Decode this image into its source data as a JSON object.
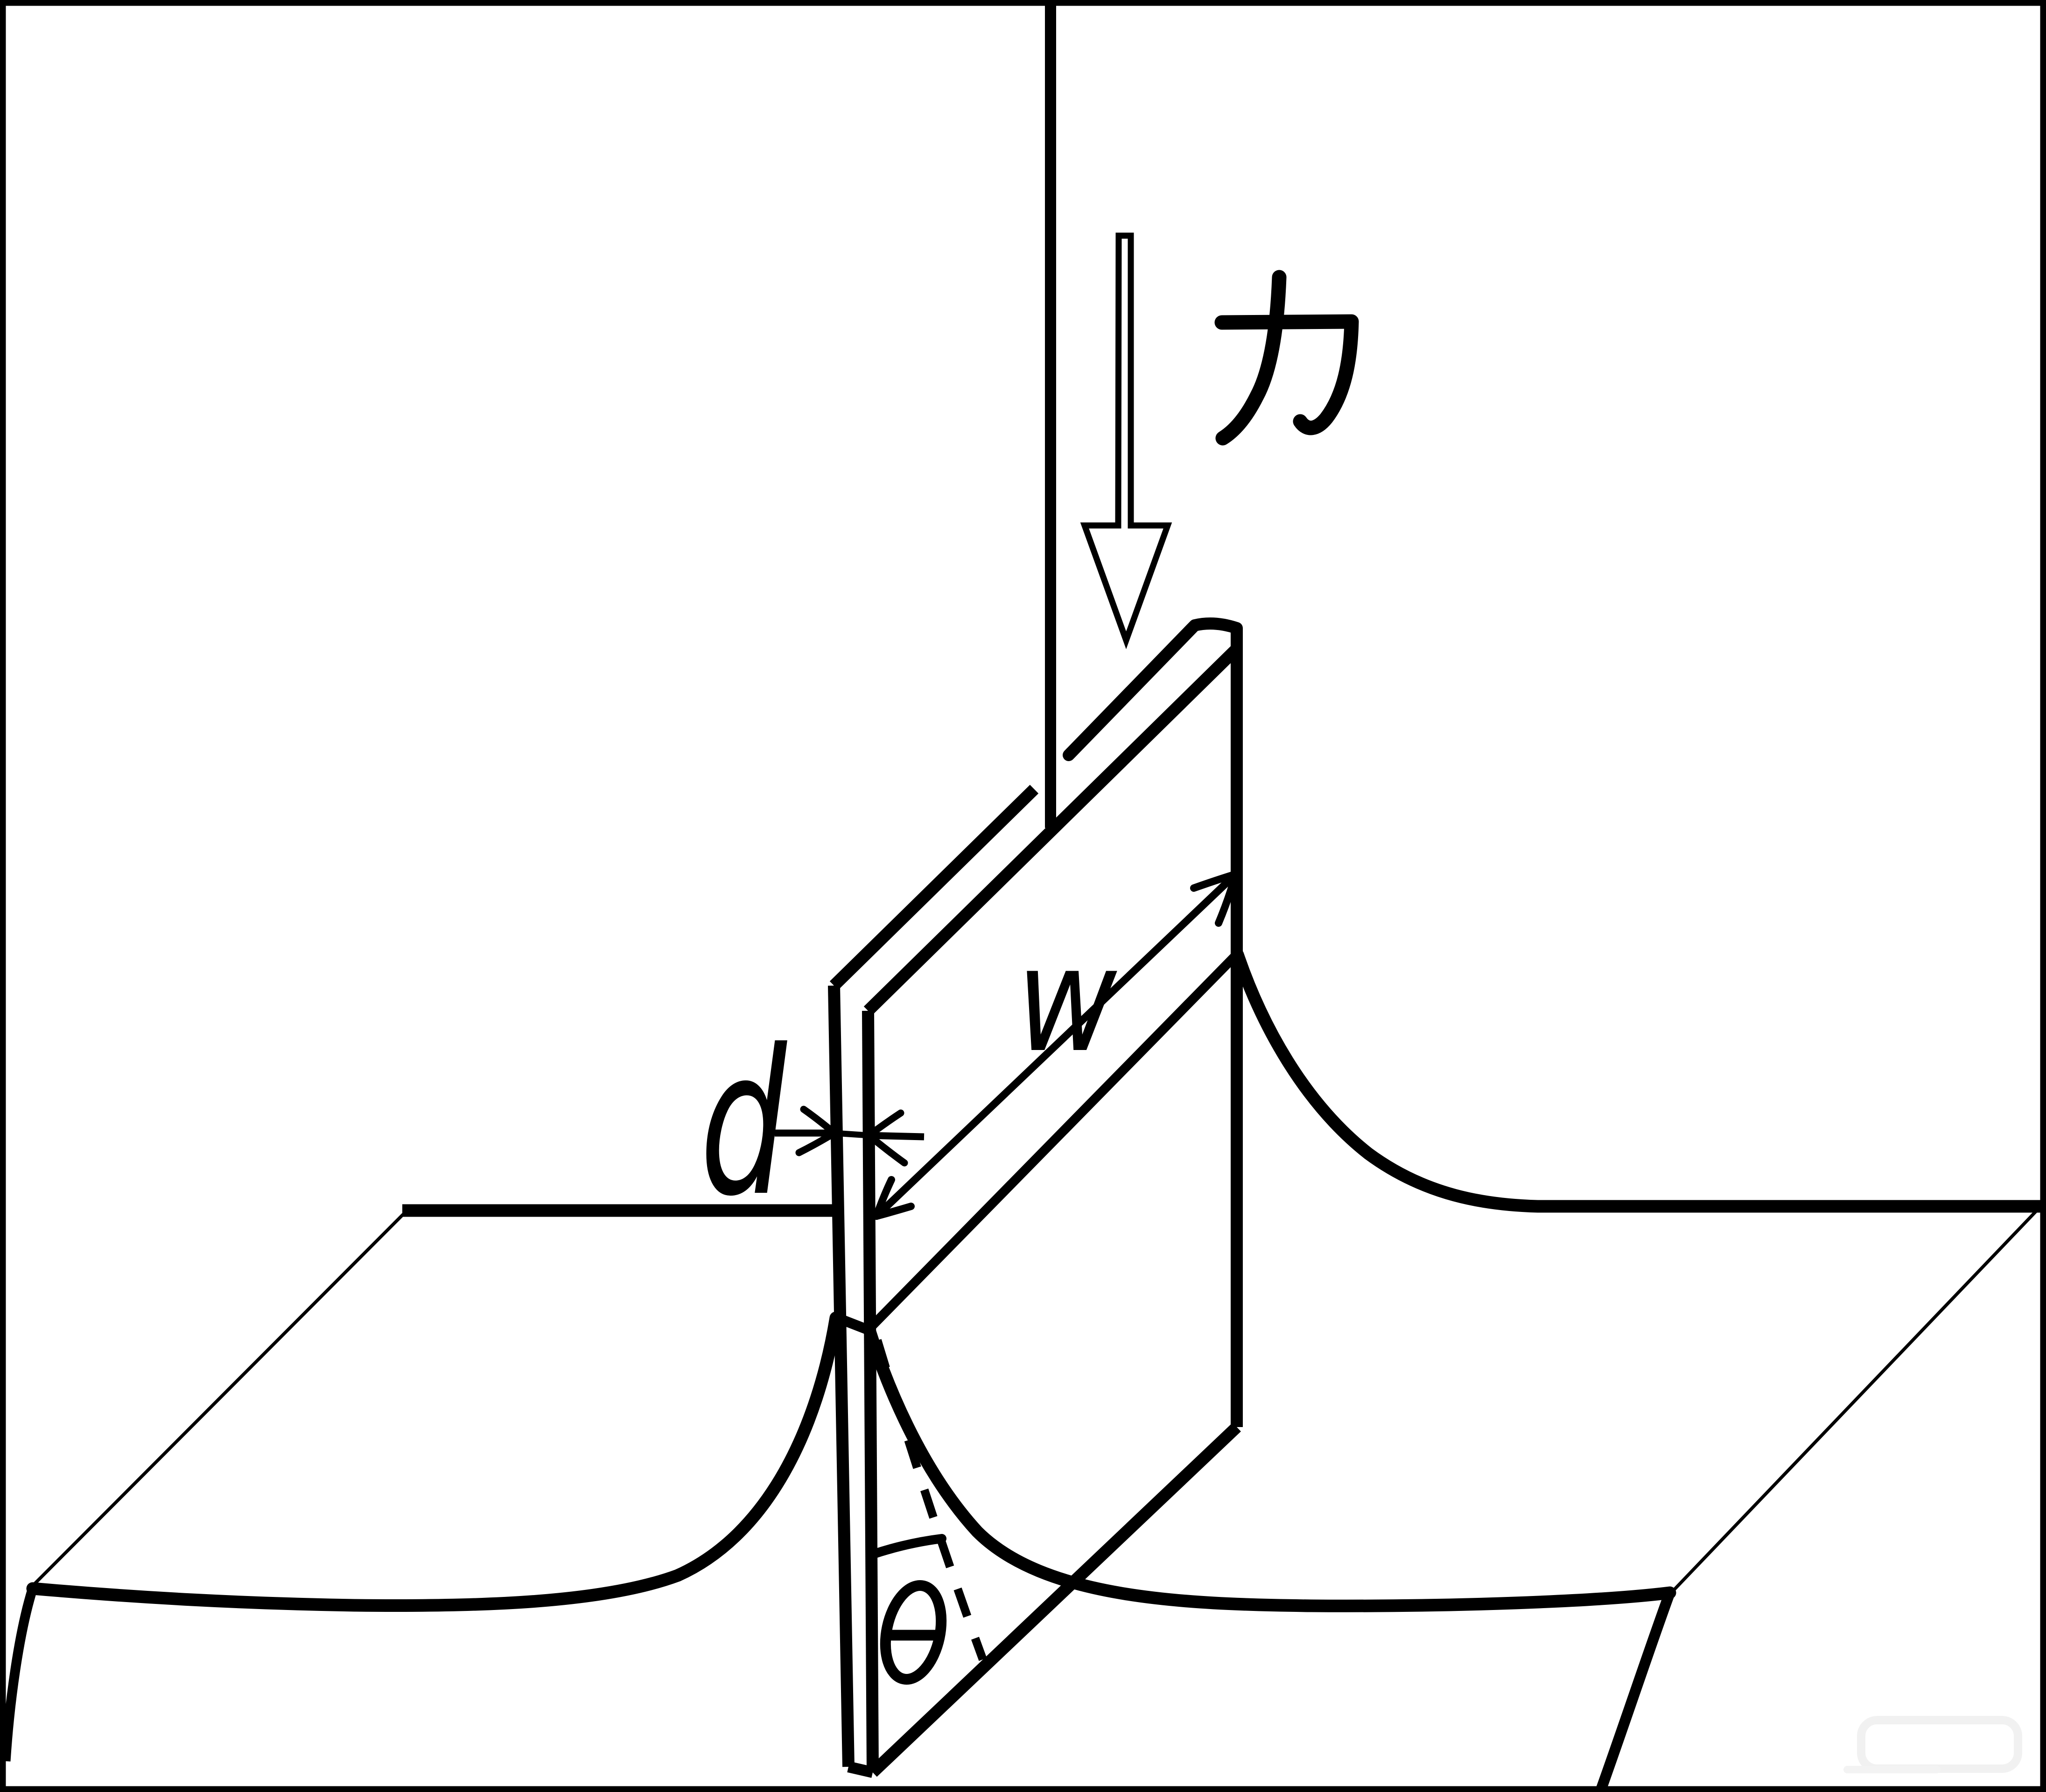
{
  "figure": {
    "background": "#ffffff",
    "stroke_color": "#000000",
    "labels": {
      "force": "力",
      "width": "w",
      "thickness": "d",
      "contact_angle": "θ"
    }
  }
}
